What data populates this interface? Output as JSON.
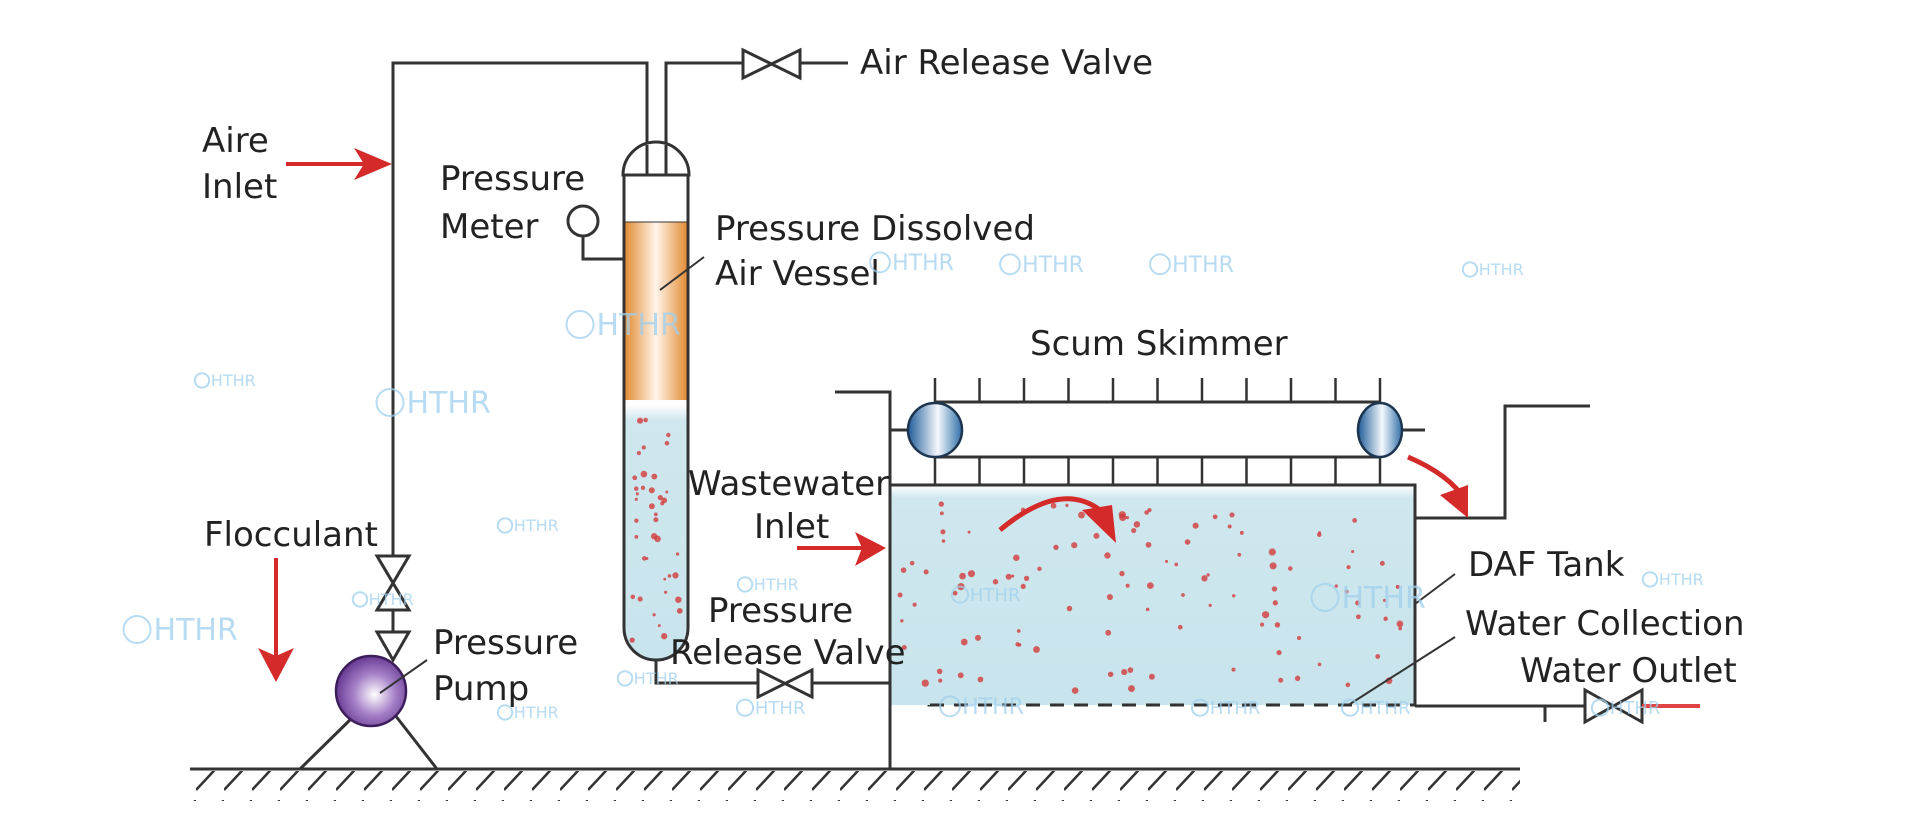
{
  "title": "Dissolved Air Flotation (DAF) Process Diagram",
  "labels": {
    "air_release_valve": "Air Release Valve",
    "air_inlet_line1": "Aire",
    "air_inlet_line2": "Inlet",
    "pressure_meter_line1": "Pressure",
    "pressure_meter_line2": "Meter",
    "vessel_line1": "Pressure Dissolved",
    "vessel_line2": "Air Vessel",
    "scum_skimmer": "Scum Skimmer",
    "wastewater_line1": "Wastewater",
    "wastewater_line2": "Inlet",
    "flocculant": "Flocculant",
    "pump_line1": "Pressure",
    "pump_line2": "Pump",
    "prv_line1": "Pressure",
    "prv_line2": "Release Valve",
    "daf_tank": "DAF Tank",
    "water_collection": "Water Collection",
    "water_outlet": "Water Outlet"
  },
  "watermark": {
    "text": "HTHR"
  },
  "colors": {
    "line": "#333333",
    "arrow": "#d42a2a",
    "water": "#cde7ee",
    "vessel_band": "#e8963f",
    "pump": "#7a4ea5",
    "roller": "#2f6fa8",
    "watermark": "#9fd0ee"
  }
}
